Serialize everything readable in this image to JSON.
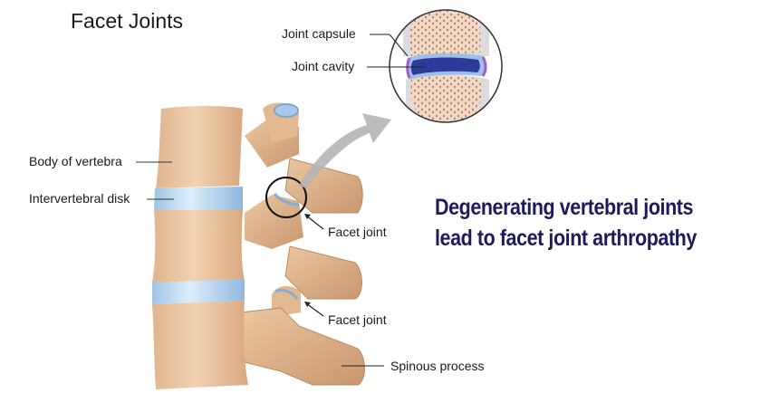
{
  "title": "Facet Joints",
  "labels": {
    "joint_capsule": "Joint capsule",
    "joint_cavity": "Joint cavity",
    "body_of_vertebra": "Body of vertebra",
    "intervertebral_disk": "Intervertebral disk",
    "facet_joint_upper": "Facet joint",
    "facet_joint_lower": "Facet joint",
    "spinous_process": "Spinous process"
  },
  "headline": {
    "line1": "Degenerating vertebral joints",
    "line2": "lead to facet joint arthropathy"
  },
  "colors": {
    "bone": "#e9c4a0",
    "bone_shadow": "#c99a72",
    "disk": "#a9cdee",
    "cavity": "#2e3a9a",
    "headline": "#1f1a5c",
    "arrow": "#b5b5b5"
  }
}
